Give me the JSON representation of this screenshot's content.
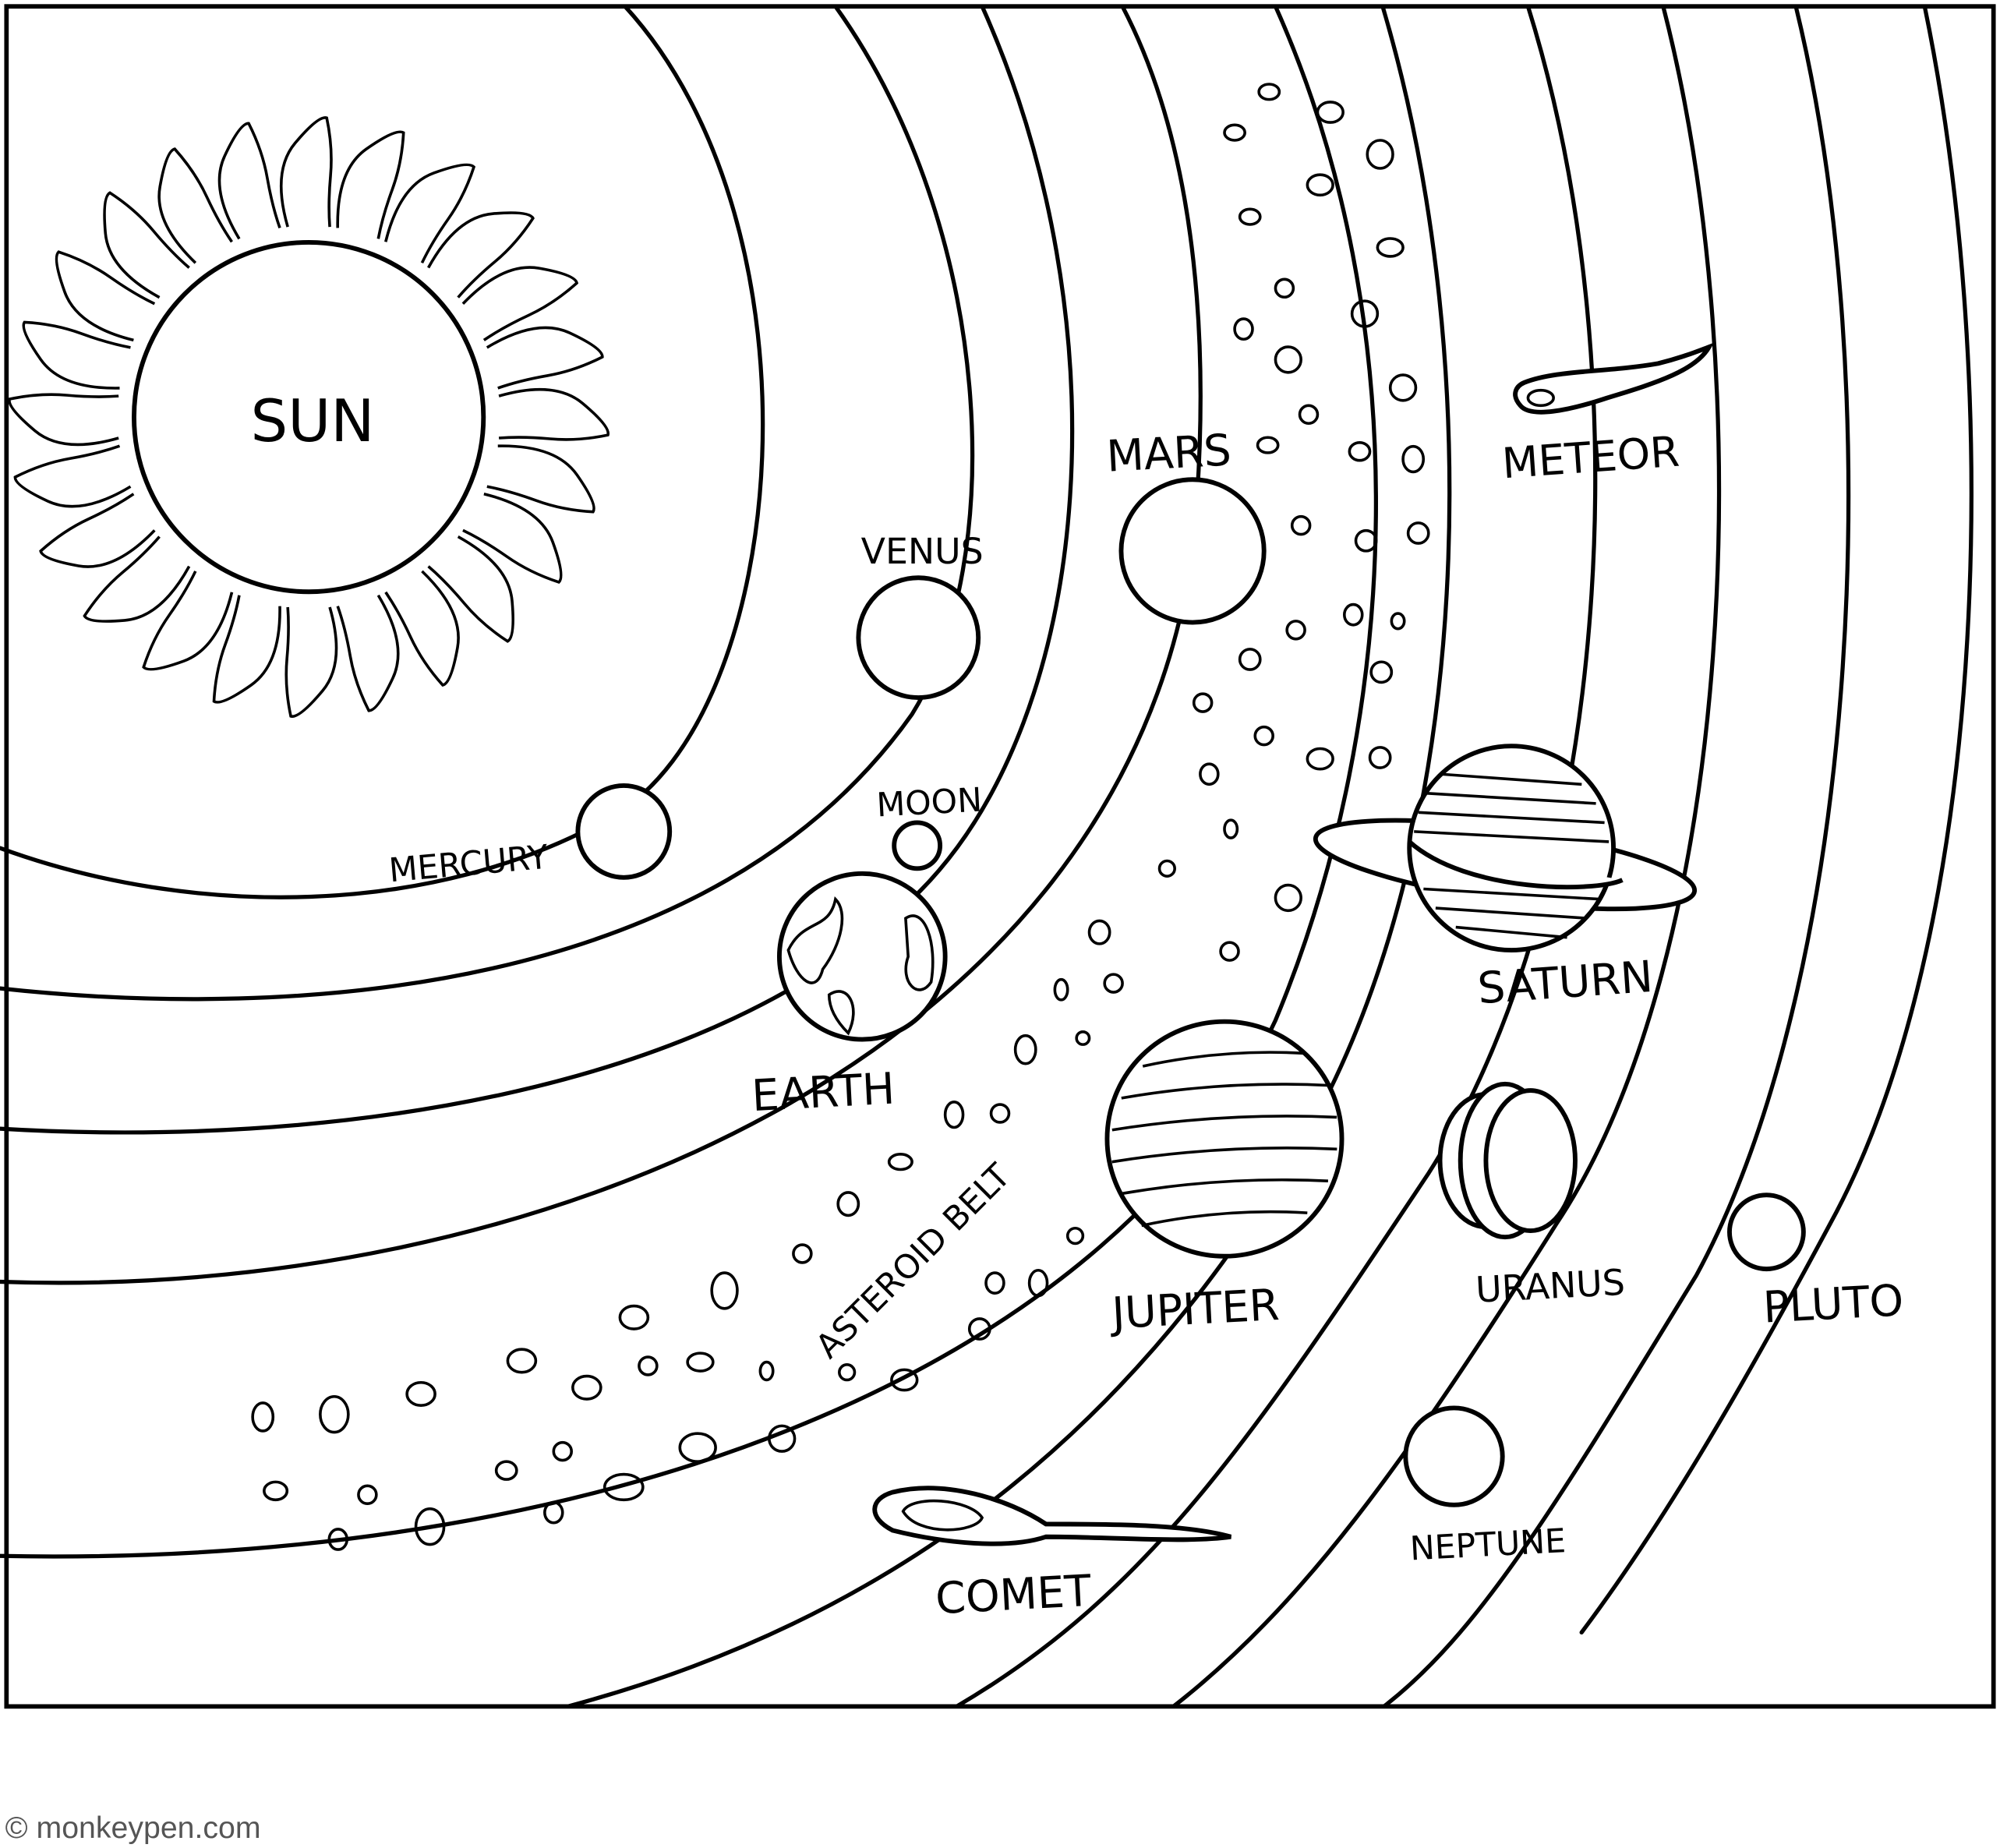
{
  "labels": {
    "sun": "SUN",
    "mercury": "MERCURY",
    "venus": "VENUS",
    "moon": "MOON",
    "earth": "EARTH",
    "mars": "MARS",
    "asteroid_belt": "ASTEROID BELT",
    "jupiter": "JUPITER",
    "saturn": "SATURN",
    "meteor": "METEOR",
    "uranus": "URANUS",
    "neptune": "NEPTUNE",
    "pluto": "PLUTO",
    "comet": "COMET"
  },
  "footer": {
    "credit": "© monkeypen.com"
  },
  "colors": {
    "line": "#000000",
    "background": "#ffffff",
    "footer_text": "#555555"
  }
}
